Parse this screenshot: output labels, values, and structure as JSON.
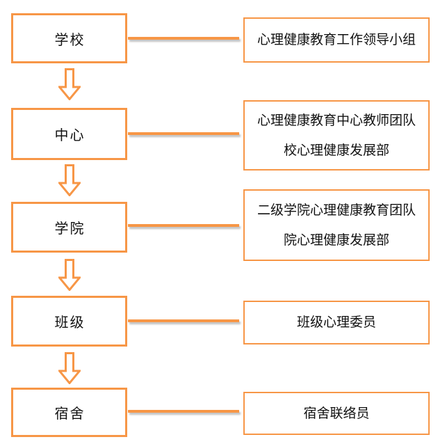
{
  "accent_color": "#F79646",
  "diagram": {
    "type": "flowchart",
    "rows": [
      {
        "level": "学校",
        "lines": [
          "心理健康教育工作领导小组"
        ]
      },
      {
        "level": "中心",
        "lines": [
          "心理健康教育中心教师团队",
          "校心理健康发展部"
        ]
      },
      {
        "level": "学院",
        "lines": [
          "二级学院心理健康教育团队",
          "院心理健康发展部"
        ]
      },
      {
        "level": "班级",
        "lines": [
          "班级心理委员"
        ]
      },
      {
        "level": "宿舍",
        "lines": [
          "宿舍联络员"
        ]
      }
    ]
  }
}
